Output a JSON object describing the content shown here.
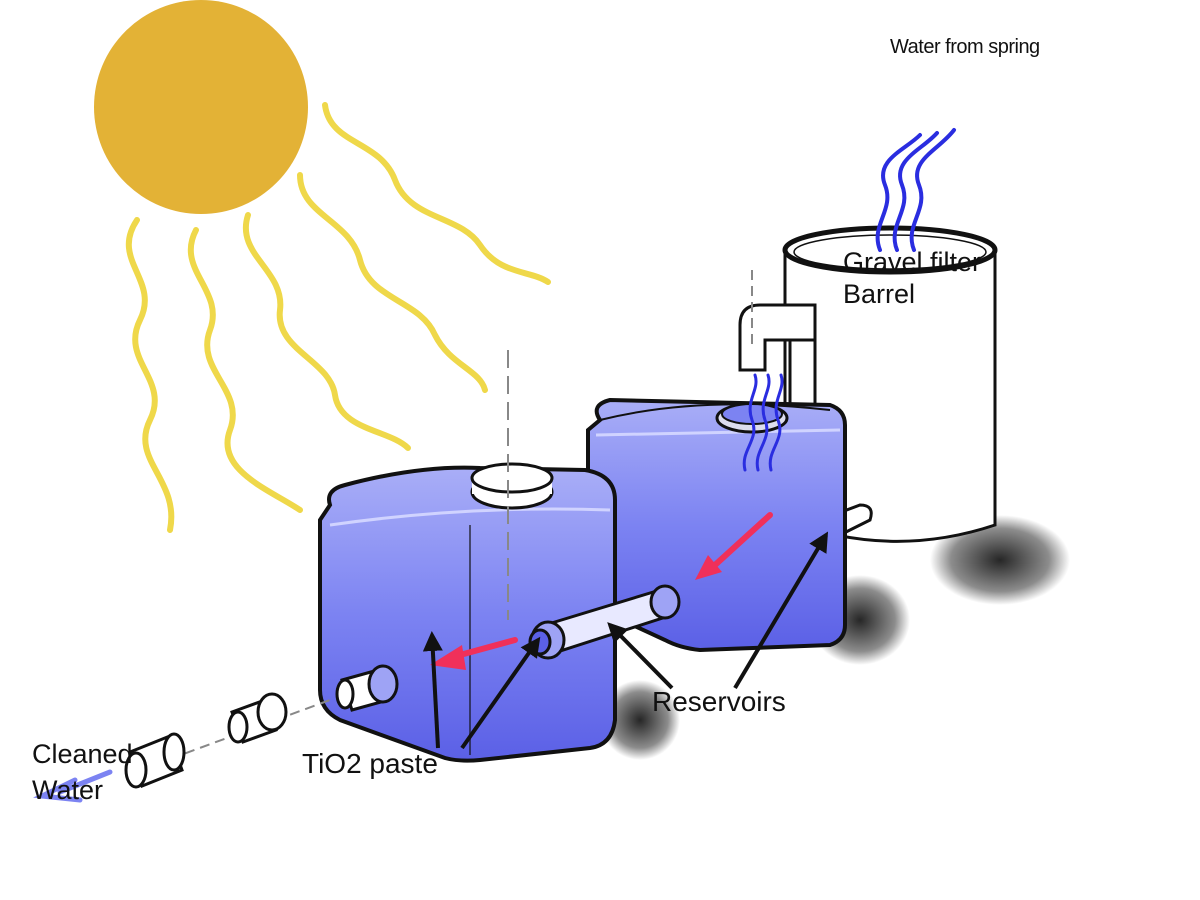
{
  "labels": {
    "water_from_spring": "Water from spring",
    "gravel_filter": "Gravel filter",
    "barrel": "Barrel",
    "reservoirs": "Reservoirs",
    "tio2_paste": "TiO2 paste",
    "cleaned": "Cleaned",
    "water": "Water"
  },
  "colors": {
    "sun": "#E3B236",
    "sun_rays": "#EFD84A",
    "water_tank": "#7C83F2",
    "water_stream": "#2A2DE0",
    "flow_arrow": "#F0305A",
    "outline": "#111111"
  }
}
